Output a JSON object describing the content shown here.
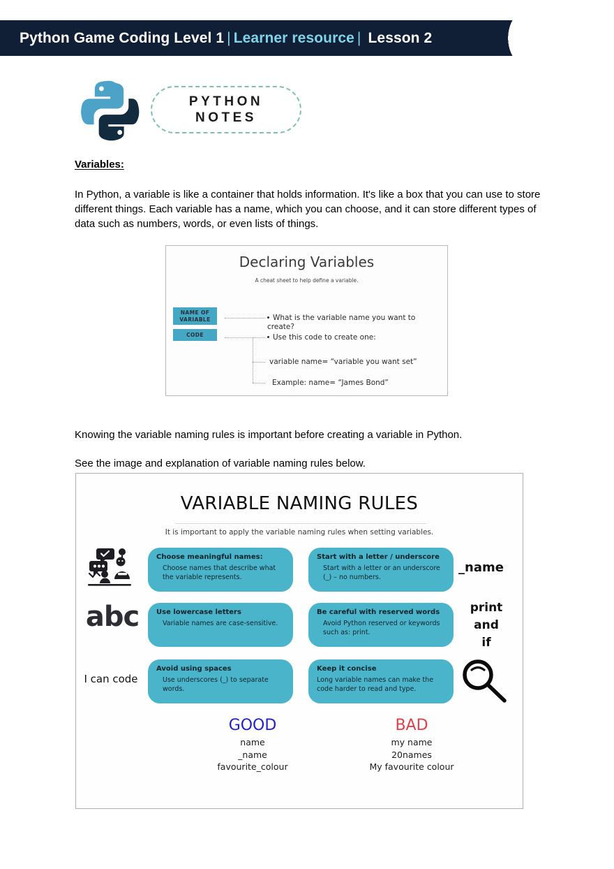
{
  "header": {
    "title_main": "Python Game Coding Level 1",
    "separator_left": "|",
    "title_accent": "Learner resource",
    "separator_right": "|",
    "title_lesson": "Lesson 2",
    "bg_color": "#101f35",
    "accent_color": "#7fd3e8"
  },
  "logo": {
    "icon": "python-logo-icon",
    "line1": "PYTHON",
    "line2": "NOTES",
    "snake_light_color": "#4da3c7",
    "snake_dark_color": "#122b3f",
    "pill_border_color": "#7fbfae"
  },
  "content": {
    "section_heading": "Variables:",
    "intro_paragraph": "In Python, a variable is like a container that holds information. It's like a box that you can use to store different things. Each variable has a name, which you can choose, and it can store different types of data such as numbers, words, or even lists of things.",
    "knowing_paragraph": "Knowing the variable naming rules is important before creating a variable in Python.",
    "see_paragraph": "See the image and explanation of variable naming rules below."
  },
  "declaring_figure": {
    "title": "Declaring Variables",
    "subtitle": "A cheat sheet to help define a variable.",
    "tag_color": "#44a8c4",
    "tags": [
      {
        "label": "NAME OF VARIABLE"
      },
      {
        "label": "CODE"
      }
    ],
    "bullets": [
      "What is the variable name you want to create?",
      "Use this code to create one:"
    ],
    "code_lines": [
      "variable name= “variable you want set”",
      "Example: name= “James Bond”"
    ]
  },
  "rules_figure": {
    "title": "VARIABLE NAMING RULES",
    "subtitle": "It is important to apply the variable naming rules when setting variables.",
    "card_color": "#49b4ca",
    "left_cards": [
      {
        "title": "Choose meaningful names:",
        "body": "Choose names that describe what the variable represents."
      },
      {
        "title": "Use lowercase letters",
        "body": "Variable names are case-sensitive."
      },
      {
        "title": "Avoid using spaces",
        "body": "Use underscores (_) to separate words."
      }
    ],
    "right_cards": [
      {
        "title": "Start with a letter / underscore",
        "body": "Start with a letter or an underscore (_) – no numbers."
      },
      {
        "title": "Be careful with reserved words",
        "body": "Avoid Python reserved or keywords such as: print."
      },
      {
        "title": "Keep it concise",
        "body": "Long variable names can make the code harder to read and type."
      }
    ],
    "left_illustrations": {
      "people_icon": "people-discussion-icon",
      "abc_text": "abc",
      "i_can_code_text": "I can code"
    },
    "right_annotations": {
      "underscore_name": "_name",
      "keywords": "print\nand\nif",
      "magnifier_icon": "magnifier-icon"
    },
    "good": {
      "heading": "GOOD",
      "heading_color": "#2222c8",
      "examples": [
        "name",
        "_name",
        "favourite_colour"
      ]
    },
    "bad": {
      "heading": "BAD",
      "heading_color": "#e0404a",
      "examples": [
        "my name",
        "20names",
        "My favourite colour"
      ]
    }
  }
}
